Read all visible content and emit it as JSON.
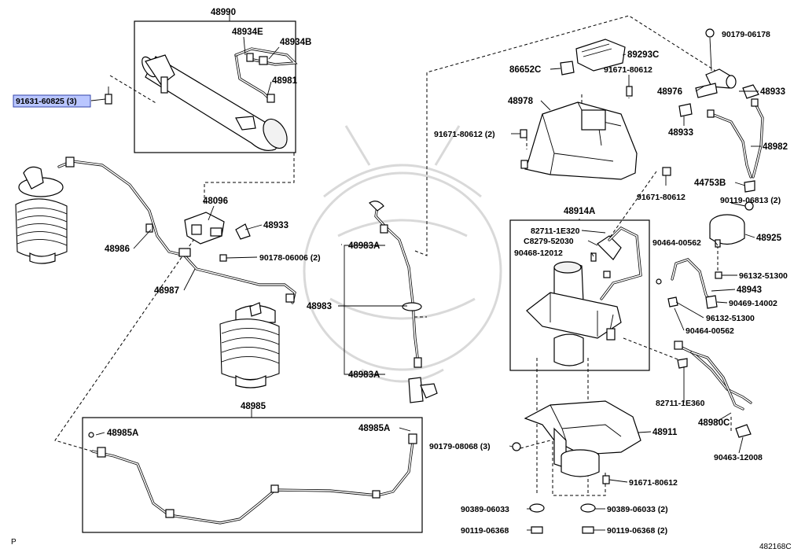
{
  "diagram_labels": {
    "l48990": "48990",
    "l48934E": "48934E",
    "l48934B": "48934B",
    "l48981": "48981",
    "l91631": "91631-60825 (3)",
    "l48096": "48096",
    "l48933a": "48933",
    "l90178": "90178-06006 (2)",
    "l48986": "48986",
    "l48987": "48987",
    "l48985": "48985",
    "l48985Aa": "48985A",
    "l48985Ab": "48985A",
    "l48983Aa": "48983A",
    "l48983": "48983",
    "l48983Ab": "48983A",
    "l89293C": "89293C",
    "l86652C": "86652C",
    "l91671a": "91671-80612",
    "l48978": "48978",
    "l91671b": "91671-80612 (2)",
    "l91671c": "91671-80612",
    "l90179_06178": "90179-06178",
    "l48976": "48976",
    "l48933b": "48933",
    "l48933c": "48933",
    "l48982": "48982",
    "l44753B": "44753B",
    "l90119_06813": "90119-06813 (2)",
    "l48914A": "48914A",
    "l82711_1E320": "82711-1E320",
    "lC8279": "C8279-52030",
    "l90468": "90468-12012",
    "l48925": "48925",
    "l90464a": "90464-00562",
    "l96132a": "96132-51300",
    "l48943": "48943",
    "l90469": "90469-14002",
    "l96132b": "96132-51300",
    "l90464b": "90464-00562",
    "l82711_1E360": "82711-1E360",
    "l48980C": "48980C",
    "l48911": "48911",
    "l90179_08068": "90179-08068 (3)",
    "l90463": "90463-12008",
    "l91671d": "91671-80612",
    "l90389a": "90389-06033",
    "l90389b": "90389-06033 (2)",
    "l90119a": "90119-06368",
    "l90119b": "90119-06368 (2)"
  },
  "highlighted_part": "91631-60825 (3)",
  "corner_left": "P",
  "corner_right": "482168C",
  "colors": {
    "highlight_fill": "#b9c6ff",
    "highlight_stroke": "#3344aa",
    "line": "#000000",
    "watermark": "#d9d9d9"
  }
}
